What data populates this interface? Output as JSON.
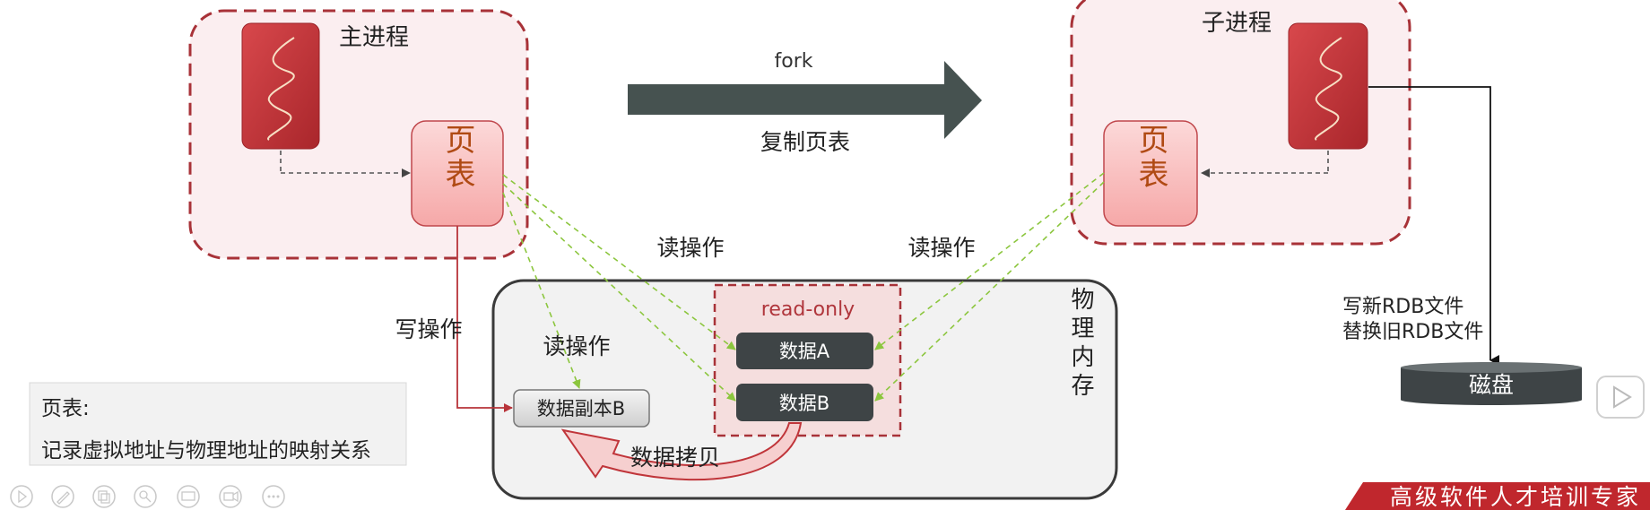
{
  "main_process": {
    "label": "主进程",
    "page_table_label": "页表"
  },
  "child_process": {
    "label": "子进程",
    "page_table_label": "页表"
  },
  "fork": {
    "label": "fork",
    "sublabel": "复制页表"
  },
  "operations": {
    "read_left": "读操作",
    "read_right": "读操作",
    "read_inner": "读操作",
    "write": "写操作",
    "copy": "数据拷贝"
  },
  "memory": {
    "label": "物理内存",
    "readonly_label": "read-only",
    "data_a": "数据A",
    "data_b": "数据B",
    "data_copy_b": "数据副本B"
  },
  "disk": {
    "label": "磁盘",
    "note_line1": "写新RDB文件",
    "note_line2": "替换旧RDB文件"
  },
  "legend": {
    "title": "页表:",
    "desc": "记录虚拟地址与物理地址的映射关系"
  },
  "footer": {
    "banner": "高级软件人才培训专家"
  },
  "colors": {
    "dashed_red": "#a83238",
    "process_fill": "#fbeef0",
    "arrow_dark": "#465250",
    "green_dash": "#8cc63e",
    "data_box": "#3e4446",
    "copy_arrow": "#c0353a"
  },
  "toolbar": {
    "icons": [
      "play-icon",
      "pen-icon",
      "copy-icon",
      "zoom-icon",
      "screen-icon",
      "camera-icon",
      "more-icon"
    ]
  }
}
